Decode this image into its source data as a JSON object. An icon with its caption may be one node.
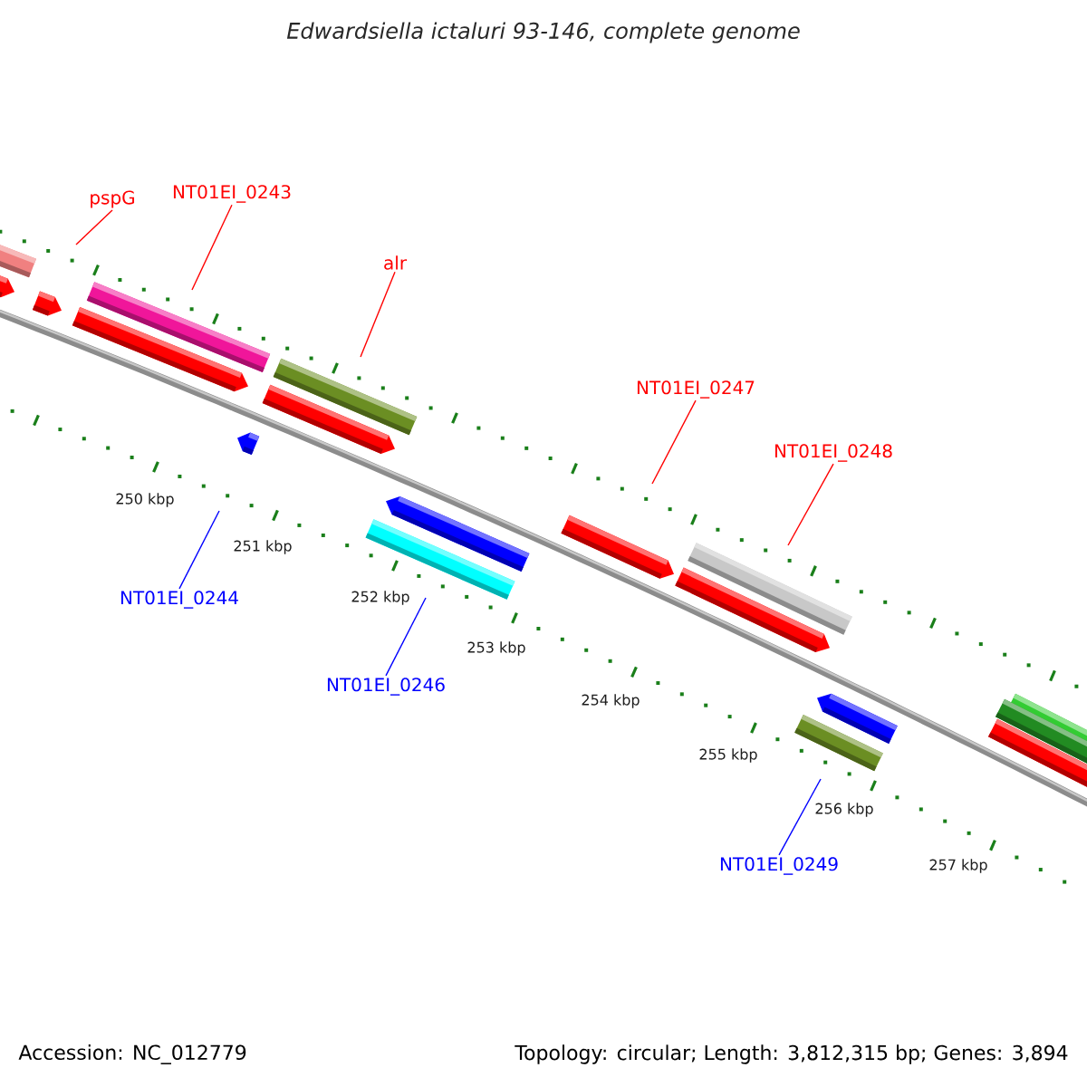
{
  "diagram": {
    "title": "Edwardsiella ictaluri 93-146, complete genome",
    "nodes": [
      {
        "text": [
          "pspG"
        ]
      },
      {
        "text": [
          "NT01EI_0243"
        ]
      },
      {
        "text": [
          "alr"
        ]
      },
      {
        "text": [
          "NT01EI_0247"
        ]
      },
      {
        "text": [
          "NT01EI_0248"
        ]
      },
      {
        "text": [
          "NT01EI_0244"
        ]
      },
      {
        "text": [
          "NT01EI_0246"
        ]
      },
      {
        "text": [
          "NT01EI_0249"
        ]
      }
    ],
    "edges": [
      {
        "from": 0,
        "to": null,
        "arrow": "none"
      },
      {
        "from": 1,
        "to": null,
        "arrow": "none"
      },
      {
        "from": 2,
        "to": null,
        "arrow": "none"
      },
      {
        "from": 3,
        "to": null,
        "arrow": "none"
      },
      {
        "from": 4,
        "to": null,
        "arrow": "none"
      },
      {
        "from": 5,
        "to": null,
        "arrow": "none",
        "color": "#0000ff"
      },
      {
        "from": 6,
        "to": null,
        "arrow": "none",
        "color": "#0000ff"
      },
      {
        "from": 7,
        "to": null,
        "arrow": "none",
        "color": "#0000ff"
      }
    ],
    "labels": [
      "250 kbp",
      "251 kbp",
      "252 kbp",
      "253 kbp",
      "254 kbp",
      "255 kbp",
      "256 kbp",
      "257 kbp",
      "Accession: NC_012779",
      "Topology: circular; Length: 3,812,315 bp; Genes: 3,894"
    ]
  }
}
